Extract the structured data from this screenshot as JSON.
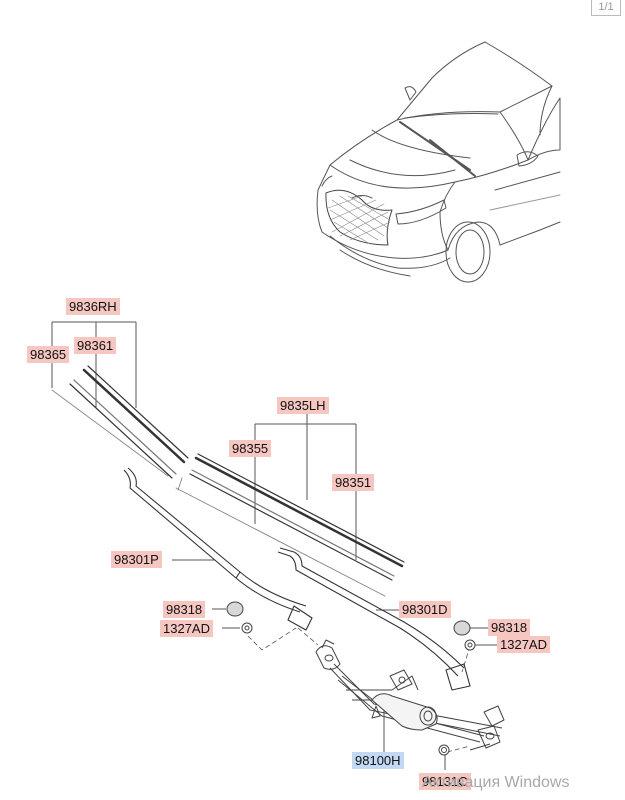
{
  "page_indicator": "1/1",
  "parts": {
    "p9836rh": "9836RH",
    "p98365": "98365",
    "p98361": "98361",
    "p9835lh": "9835LH",
    "p98355": "98355",
    "p98351": "98351",
    "p98301p": "98301P",
    "p98318_left": "98318",
    "p1327ad_left": "1327AD",
    "p98301d": "98301D",
    "p98318_right": "98318",
    "p1327ad_right": "1327AD",
    "p98100h": "98100H",
    "p98131c": "98131C"
  },
  "watermark": "Активация Windows",
  "colors": {
    "label_bg": "#f6c6c1",
    "label_highlight_bg": "#c3d9f3",
    "line": "#444444"
  }
}
